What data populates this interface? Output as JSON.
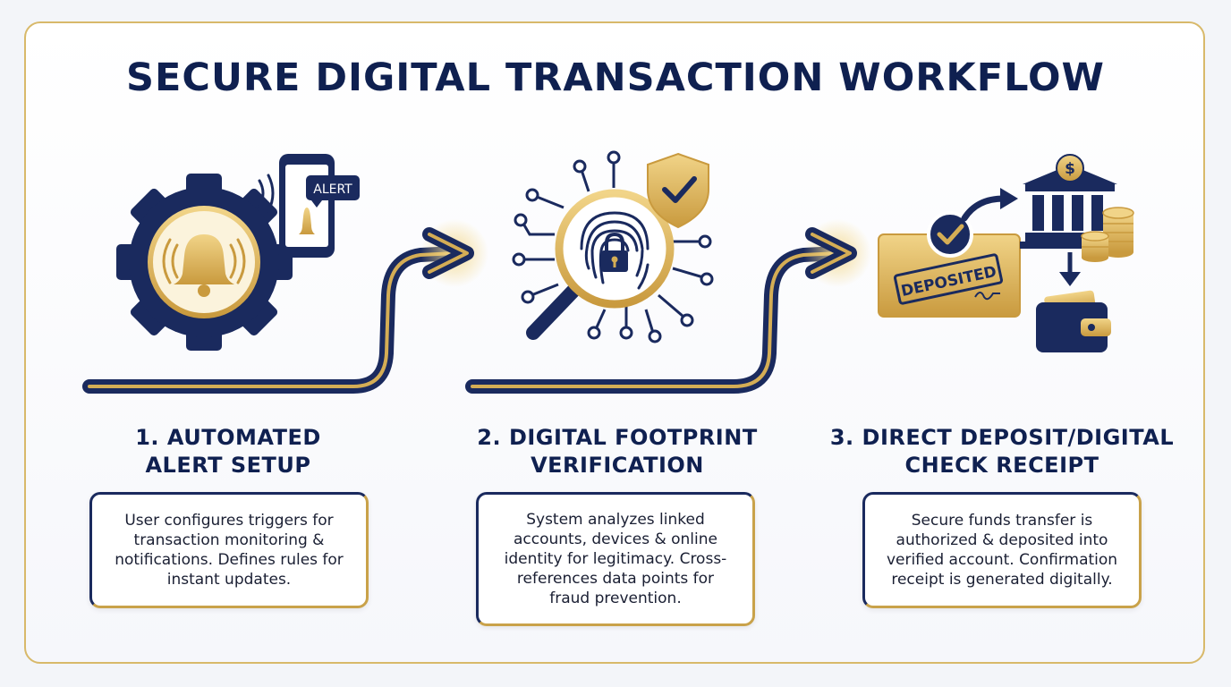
{
  "title": "SECURE DIGITAL TRANSACTION WORKFLOW",
  "steps": [
    {
      "title_line1": "1. AUTOMATED",
      "title_line2": "ALERT SETUP",
      "desc_lines": [
        "User configures triggers for",
        "transaction monitoring &",
        "notifications. Defines rules for",
        "instant updates."
      ]
    },
    {
      "title_line1": "2. DIGITAL FOOTPRINT",
      "title_line2": "VERIFICATION",
      "desc_lines": [
        "System analyzes linked",
        "accounts, devices & online",
        "identity for legitimacy. Cross-",
        "references data points for",
        "fraud prevention."
      ]
    },
    {
      "title_line1": "3. DIRECT DEPOSIT/DIGITAL",
      "title_line2": "CHECK RECEIPT",
      "desc_lines": [
        "Secure funds transfer is",
        "authorized & deposited into",
        "verified account. Confirmation",
        "receipt is generated digitally."
      ]
    }
  ],
  "alert_label": "ALERT",
  "deposited_label": "DEPOSITED",
  "bank_symbol": "$",
  "colors": {
    "navy": "#1a2a5e",
    "gold": "#d4ad55",
    "title": "#0f2050"
  },
  "icons": [
    "gear-icon",
    "bell-icon",
    "phone-icon",
    "fingerprint-icon",
    "lock-icon",
    "magnifier-icon",
    "shield-check-icon",
    "check-icon",
    "bank-icon",
    "coins-icon",
    "wallet-icon",
    "arrow-icon"
  ]
}
